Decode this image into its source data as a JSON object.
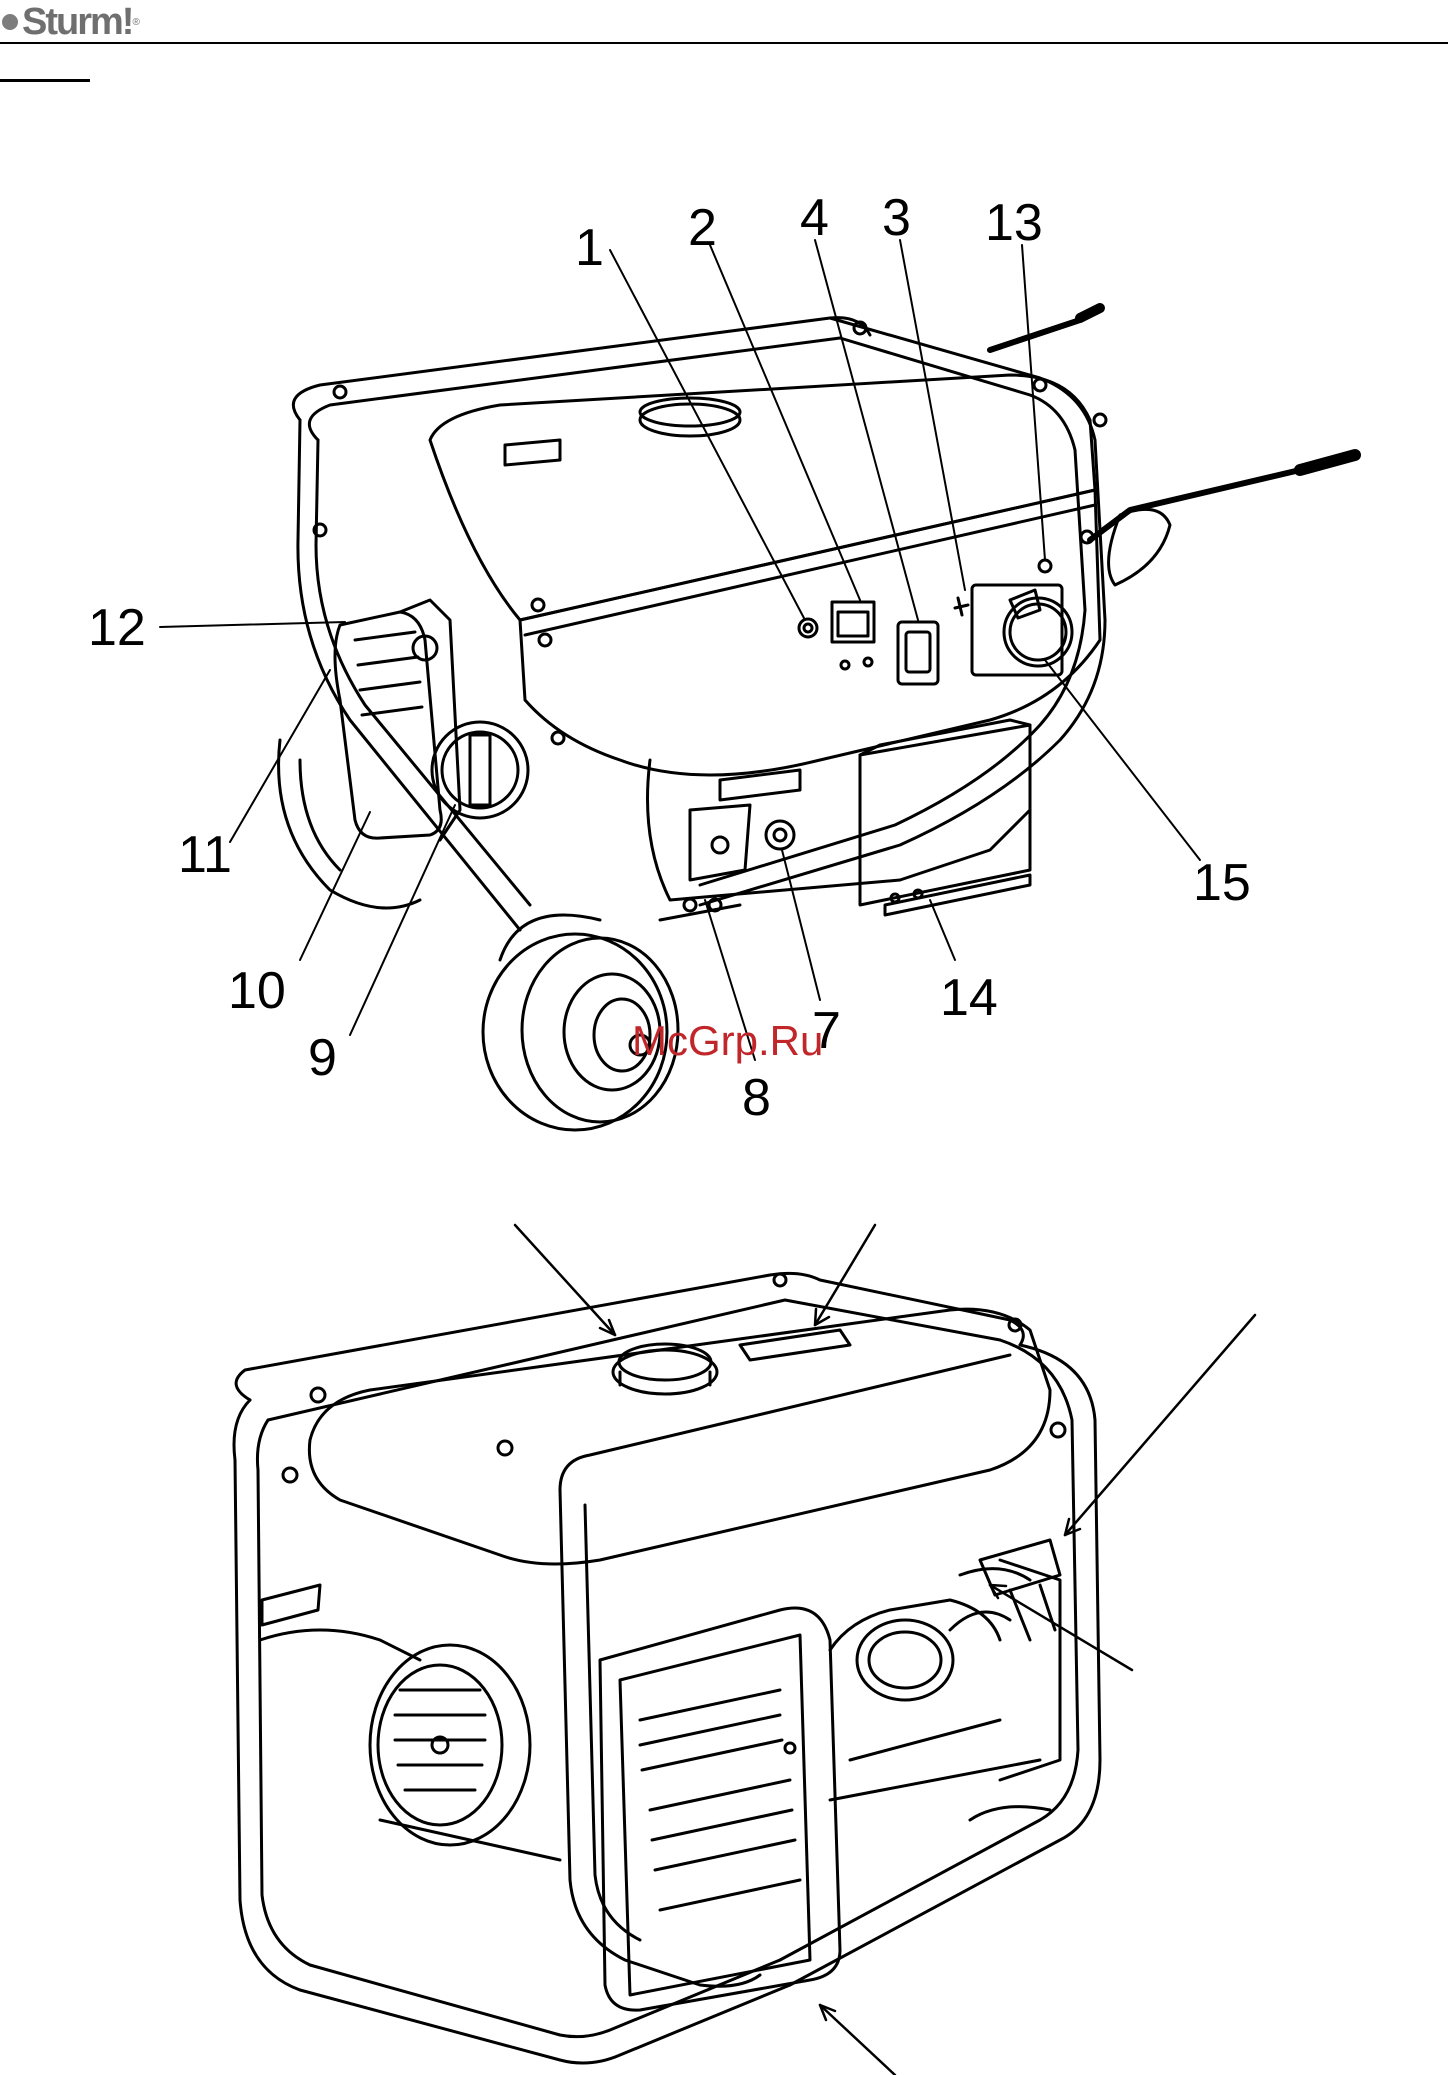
{
  "header": {
    "brand": "Sturm!",
    "brand_mark": "®"
  },
  "figure1": {
    "callouts": [
      "1",
      "2",
      "4",
      "3",
      "13",
      "12",
      "11",
      "10",
      "9",
      "8",
      "7",
      "14",
      "15"
    ]
  },
  "watermark": "McGrp.Ru",
  "colors": {
    "ink": "#000000",
    "brand_gray": "#6f6f6f",
    "watermark_red": "#c0262a"
  }
}
